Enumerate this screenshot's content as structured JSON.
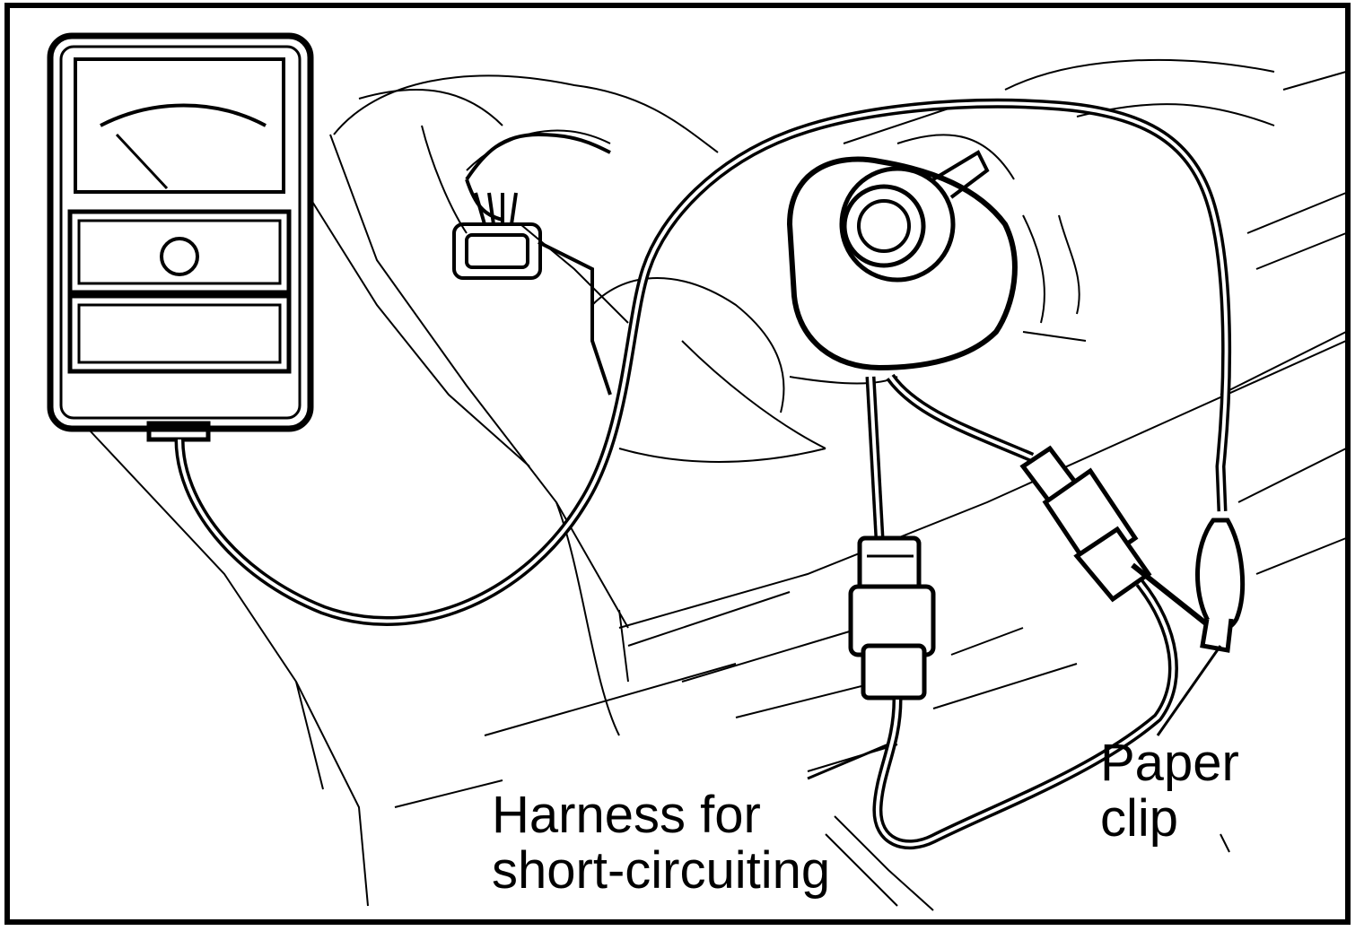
{
  "labels": {
    "harness": {
      "line1": "Harness for",
      "line2": "short-circuiting"
    },
    "paper_clip": {
      "line1": "Paper",
      "line2": "clip"
    }
  },
  "colors": {
    "ink": "#000000",
    "paper": "#ffffff"
  }
}
